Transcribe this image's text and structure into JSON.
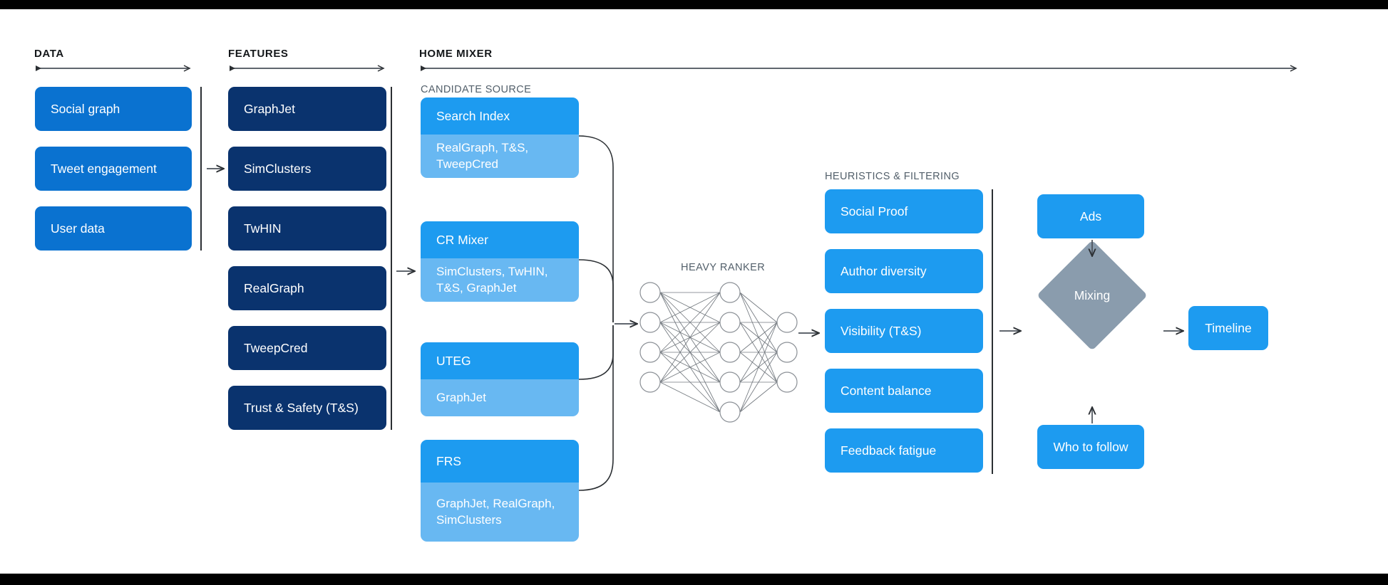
{
  "sections": {
    "data": {
      "title": "DATA"
    },
    "features": {
      "title": "FEATURES"
    },
    "home_mixer": {
      "title": "HOME MIXER"
    },
    "candidate_source": {
      "title": "CANDIDATE SOURCE"
    },
    "heuristics": {
      "title": "HEURISTICS & FILTERING"
    },
    "heavy_ranker": {
      "title": "HEAVY RANKER"
    }
  },
  "data_column": {
    "items": [
      {
        "label": "Social graph"
      },
      {
        "label": "Tweet engagement"
      },
      {
        "label": "User data"
      }
    ]
  },
  "features_column": {
    "items": [
      {
        "label": "GraphJet"
      },
      {
        "label": "SimClusters"
      },
      {
        "label": "TwHIN"
      },
      {
        "label": "RealGraph"
      },
      {
        "label": "TweepCred"
      },
      {
        "label": "Trust & Safety (T&S)"
      }
    ]
  },
  "candidate_sources": {
    "items": [
      {
        "name": "Search Index",
        "features": "RealGraph, T&S,\nTweepCred"
      },
      {
        "name": "CR Mixer",
        "features": "SimClusters, TwHIN,\nT&S, GraphJet"
      },
      {
        "name": "UTEG",
        "features": "GraphJet"
      },
      {
        "name": "FRS",
        "features": "GraphJet, RealGraph,\nSimClusters"
      }
    ]
  },
  "heavy_ranker": {
    "label": "HEAVY RANKER",
    "layers": [
      4,
      5,
      3
    ]
  },
  "heuristics_column": {
    "items": [
      {
        "label": "Social Proof"
      },
      {
        "label": "Author diversity"
      },
      {
        "label": "Visibility (T&S)"
      },
      {
        "label": "Content balance"
      },
      {
        "label": "Feedback fatigue"
      }
    ]
  },
  "output_stage": {
    "ads": {
      "label": "Ads"
    },
    "mixing": {
      "label": "Mixing"
    },
    "who_to_follow": {
      "label": "Who to follow"
    },
    "timeline": {
      "label": "Timeline"
    }
  },
  "colors": {
    "data_blue": "#0a72d0",
    "feature_navy": "#0a336e",
    "accent_blue": "#1d9bf0",
    "light_blue": "#68b8f2",
    "mixing_gray": "#8a9cad",
    "line": "#4a5159",
    "letterbox": "#000000"
  }
}
